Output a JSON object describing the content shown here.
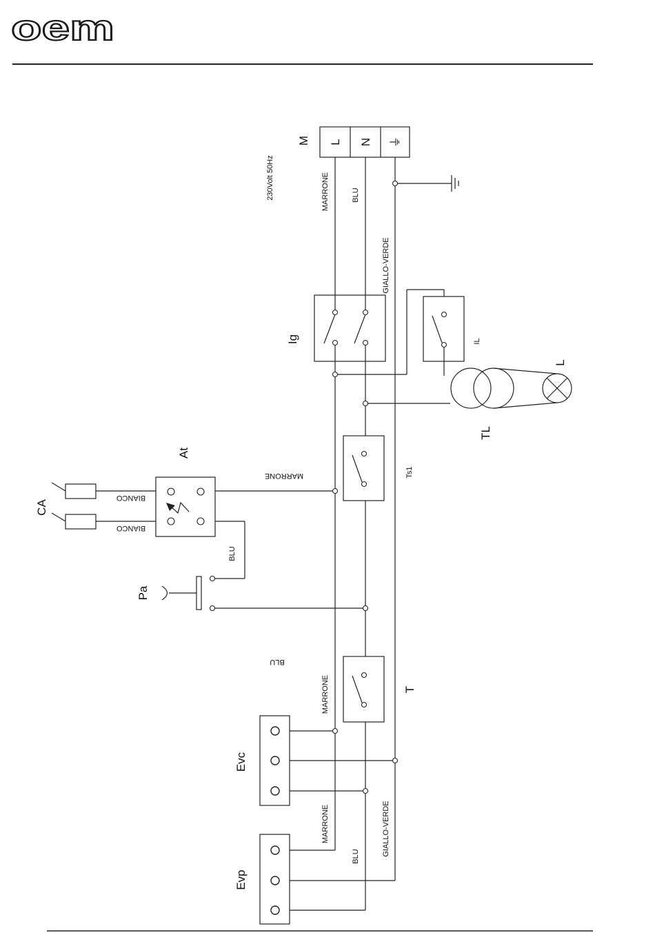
{
  "brand": {
    "logo_text": "oem"
  },
  "supply": {
    "title": "M",
    "terminals": [
      "L",
      "N",
      "⏚"
    ],
    "voltage": "230Volt 50Hz"
  },
  "wires": {
    "marrone": "MARRONE",
    "blu": "BLU",
    "giallo_verde": "GIALLO-VERDE",
    "bianco": "BIANCO"
  },
  "components": {
    "ig": "Ig",
    "il": "IL",
    "l": "L",
    "tl": "TL",
    "at": "At",
    "ts1": "Ts1",
    "ca": "CA",
    "pa": "Pa",
    "t": "T",
    "evc": "Evc",
    "evp": "Evp"
  },
  "colors": {
    "line": "#222222",
    "logo": "#1a1a1a"
  }
}
